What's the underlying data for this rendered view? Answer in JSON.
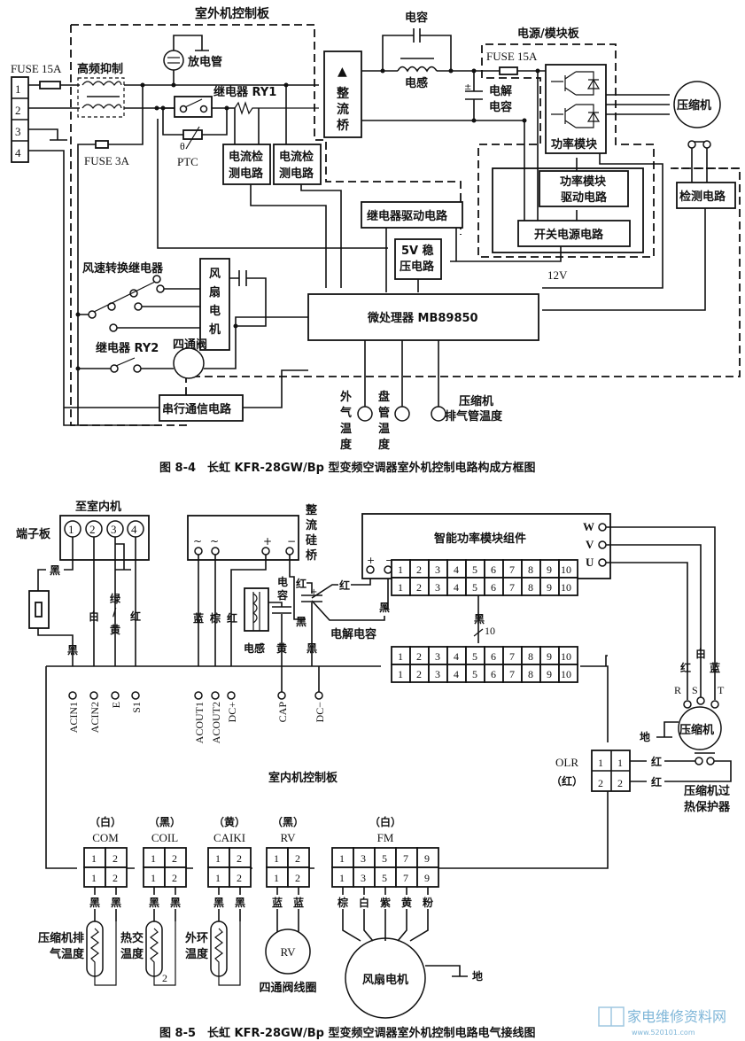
{
  "fig84": {
    "outdoor_board_label": "室外机控制板",
    "fuse_main": "FUSE 15A",
    "hf_suppress": "高频抑制",
    "discharge_tube": "放电管",
    "relay_ry1": "继电器 RY1",
    "fuse_3a": "FUSE 3A",
    "ptc_theta": "θ",
    "ptc": "PTC",
    "current_detect_1": [
      "电流检",
      "测电路"
    ],
    "current_detect_2": [
      "电流检",
      "测电路"
    ],
    "rectifier_bridge": [
      "整",
      "流",
      "桥"
    ],
    "capacitor": "电容",
    "inductor": "电感",
    "electrolytic_cap": [
      "电解",
      "电容"
    ],
    "power_module_board": "电源/模块板",
    "fuse_module": "FUSE 15A",
    "power_module": "功率模块",
    "compressor": "压缩机",
    "power_module_drive": [
      "功率模块",
      "驱动电路"
    ],
    "switching_psu": "开关电源电路",
    "detect_circuit": "检测电路",
    "relay_drive": "继电器驱动电路",
    "regulator_5v": [
      "5V 稳",
      "压电路"
    ],
    "label_12v": "12V",
    "fan_relay": "风速转换继电器",
    "fan_motor": [
      "风",
      "扇",
      "电",
      "机"
    ],
    "relay_ry2": "继电器 RY2",
    "four_way_valve": "四通阀",
    "mcu": "微处理器 MB89850",
    "serial_comm": "串行通信电路",
    "sensor_outdoor": [
      "外",
      "气",
      "温",
      "度"
    ],
    "sensor_coil": [
      "盘",
      "管",
      "温",
      "度"
    ],
    "sensor_discharge": [
      "压缩机",
      "排气管温度"
    ],
    "terminals": [
      "1",
      "2",
      "3",
      "4"
    ],
    "caption": "图 8-4　长虹 KFR-28GW/Bp 型变频空调器室外机控制电路构成方框图"
  },
  "fig85": {
    "to_indoor": "至室内机",
    "terminal_board": "端子板",
    "terminals": [
      "1",
      "2",
      "3",
      "4"
    ],
    "wire_black": "黑",
    "wire_white": "白",
    "wire_yellow_green": [
      "黄",
      "/",
      "绿"
    ],
    "wire_red": "红",
    "rectifier": [
      "整",
      "流",
      "硅",
      "桥"
    ],
    "rect_terminals": [
      "~",
      "~",
      "+",
      "−"
    ],
    "wire_blue": "蓝",
    "wire_brown": "棕",
    "inductor": "电感",
    "capacitor": [
      "电",
      "容"
    ],
    "wire_yellow": "黄",
    "electrolytic": "电解电容",
    "ipm": "智能功率模块组件",
    "ipm_plus": "+",
    "ipm_minus": "−",
    "pin_row": [
      "1",
      "2",
      "3",
      "4",
      "5",
      "6",
      "7",
      "8",
      "9",
      "10"
    ],
    "bus_note": "黑",
    "bus_count": "10",
    "uvw": [
      "W",
      "V",
      "U"
    ],
    "comp_wires": [
      "红",
      "白",
      "蓝"
    ],
    "comp_pins": [
      "R",
      "S",
      "T"
    ],
    "ground": "地",
    "compressor": "压缩机",
    "board_pins": [
      "ACIN1",
      "ACIN2",
      "E",
      "S1",
      "ACOUT1",
      "ACOUT2",
      "DC+",
      "CAP",
      "DC−"
    ],
    "indoor_board": "室内机控制板",
    "olr": "OLR",
    "olr_color": "（红）",
    "olr_pins": [
      "1",
      "2"
    ],
    "olr_device": [
      "压缩机过",
      "热保护器"
    ],
    "connectors": [
      {
        "color": "（白）",
        "name": "COM",
        "pins": [
          "1",
          "2"
        ],
        "wires": [
          "黑",
          "黑"
        ],
        "sensor": [
          "压缩机排",
          "气温度"
        ]
      },
      {
        "color": "（黑）",
        "name": "COIL",
        "pins": [
          "1",
          "2"
        ],
        "wires": [
          "黑",
          "黑"
        ],
        "sensor": [
          "热交",
          "温度"
        ],
        "note": "2"
      },
      {
        "color": "（黄）",
        "name": "CAIKI",
        "pins": [
          "1",
          "2"
        ],
        "wires": [
          "黑",
          "黑"
        ],
        "sensor": [
          "外环",
          "温度"
        ]
      },
      {
        "color": "（黑）",
        "name": "RV",
        "pins": [
          "1",
          "2"
        ],
        "wires": [
          "蓝",
          "蓝"
        ],
        "device": "RV",
        "device_label": "四通阀线圈"
      },
      {
        "color": "（白）",
        "name": "FM",
        "pins": [
          "1",
          "3",
          "5",
          "7",
          "9"
        ],
        "wires": [
          "棕",
          "白",
          "紫",
          "黄",
          "粉"
        ],
        "device": "风扇电机"
      }
    ],
    "caption": "图 8-5　长虹 KFR-28GW/Bp 型变频空调器室外机控制电路电气接线图"
  },
  "watermark": {
    "text": "家电维修资料网",
    "url_text": "www.520101.com"
  }
}
